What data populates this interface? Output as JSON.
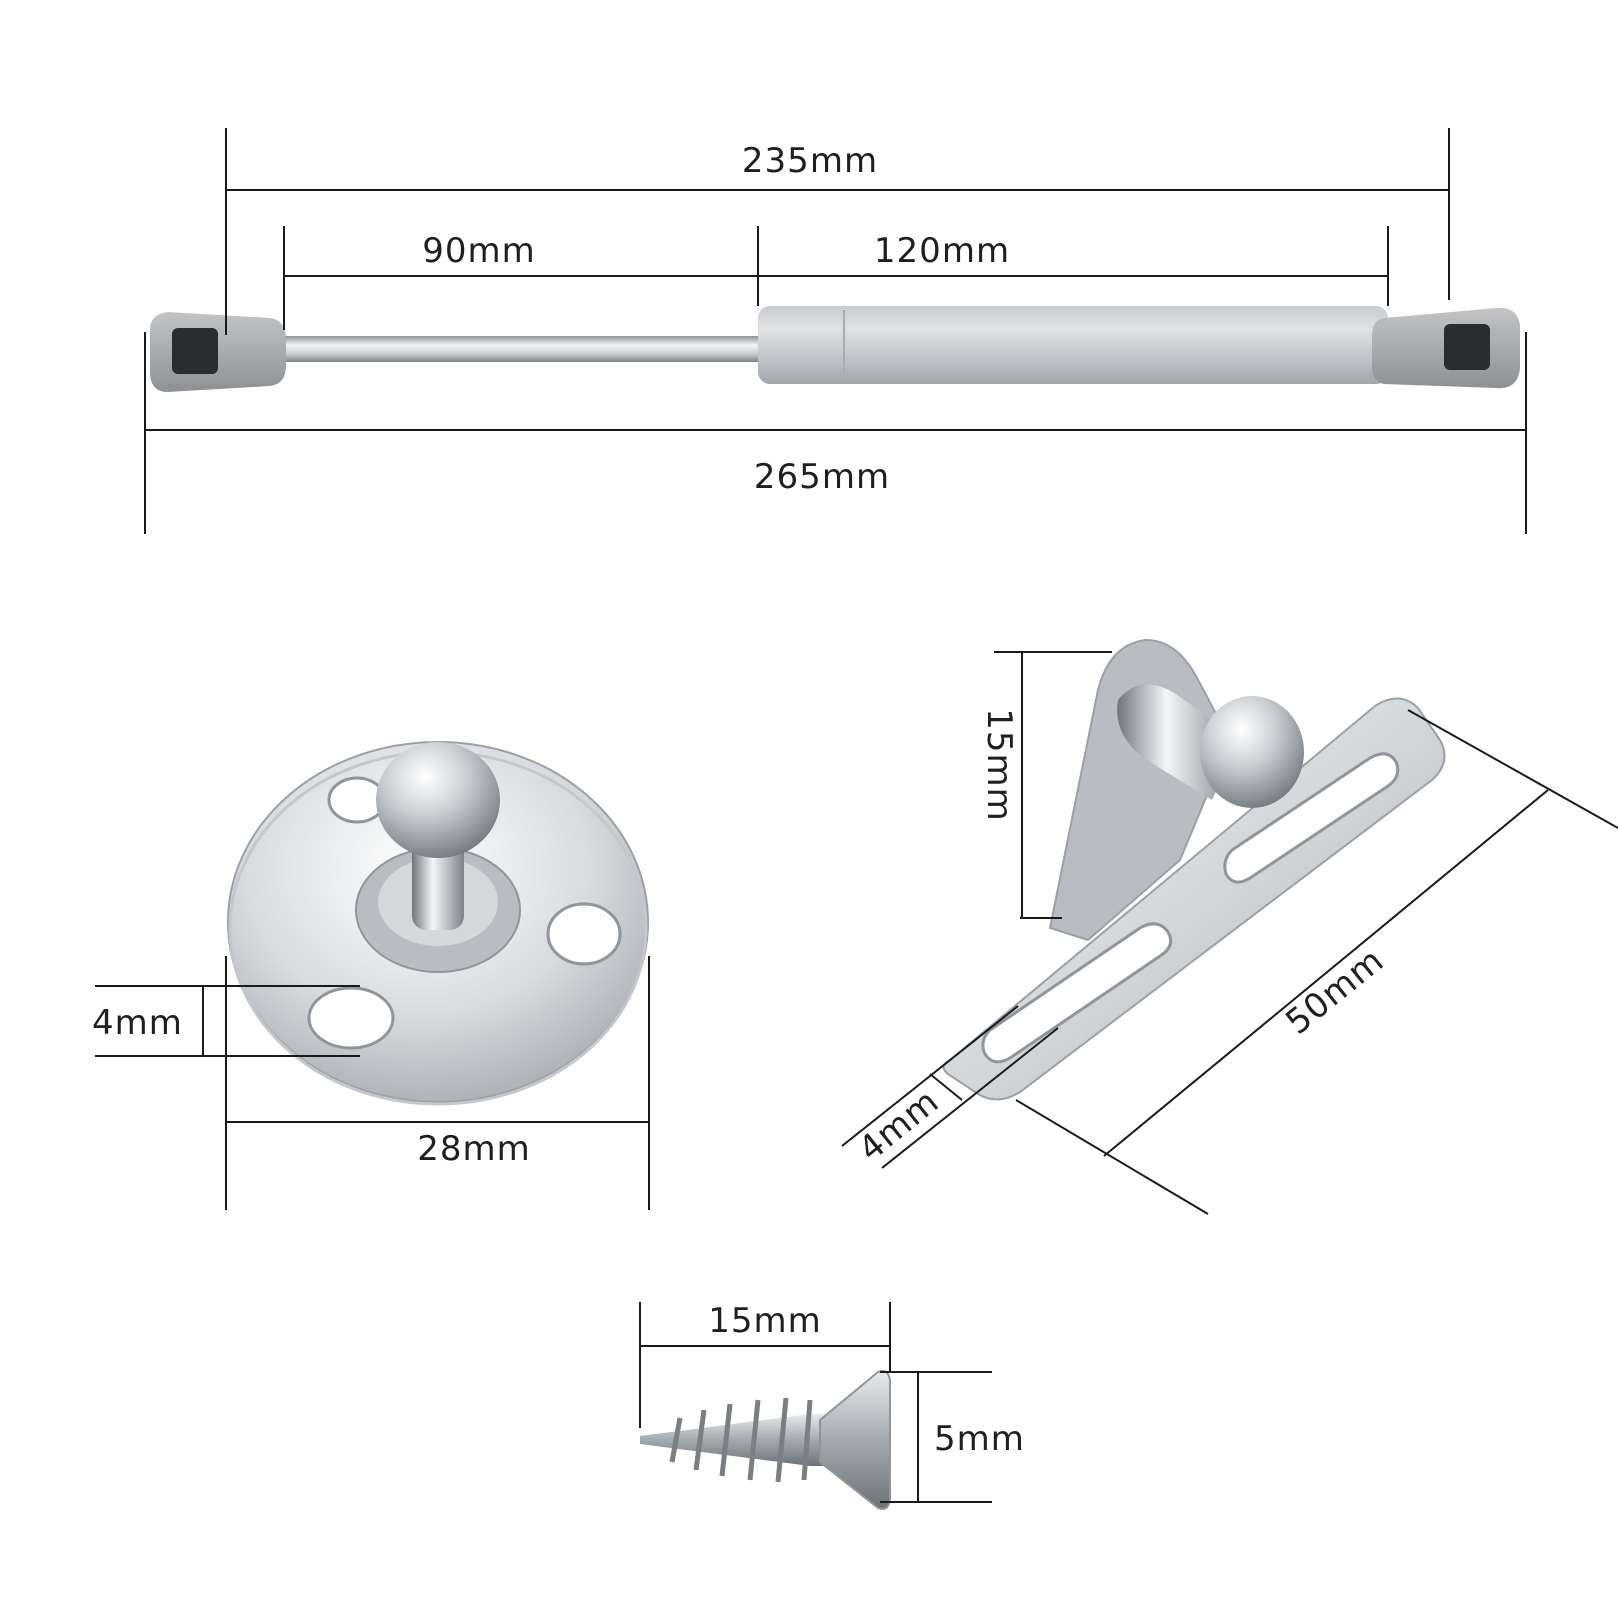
{
  "gas_strut": {
    "dims": {
      "overall_eye": "235mm",
      "rod": "90mm",
      "cylinder": "120mm",
      "overall": "265mm"
    }
  },
  "round_bracket": {
    "dims": {
      "hole": "4mm",
      "diameter": "28mm"
    }
  },
  "angle_bracket": {
    "dims": {
      "height": "15mm",
      "length": "50mm",
      "slot": "4mm"
    }
  },
  "screw": {
    "dims": {
      "length": "15mm",
      "head": "5mm"
    }
  },
  "colors": {
    "background": "#ffffff",
    "dimension_line": "#1a1a1a",
    "metal_light": "#f2f4f6",
    "metal_dark": "#9aa0a6",
    "end_fitting": "#a5a8ab",
    "socket": "#2a2c2e"
  }
}
